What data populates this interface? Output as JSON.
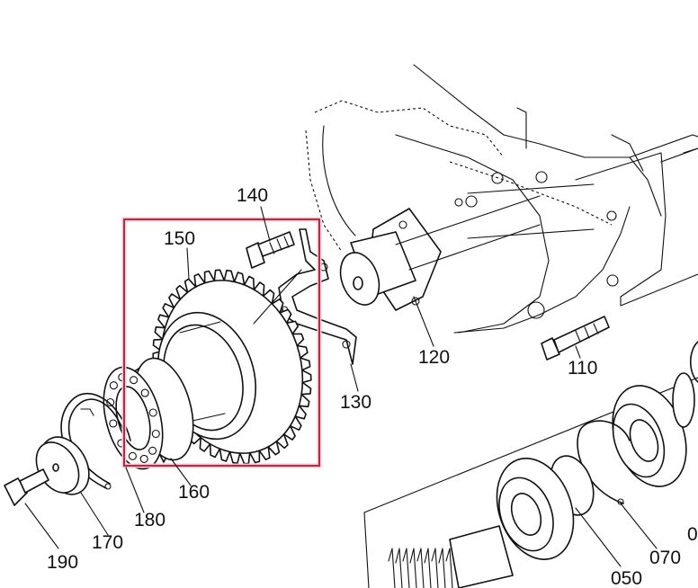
{
  "callouts": {
    "p050": "050",
    "p070": "070",
    "p110": "110",
    "p120": "120",
    "p130": "130",
    "p140": "140",
    "p150": "150",
    "p160": "160",
    "p170": "170",
    "p180": "180",
    "p190": "190",
    "p0_partial": "0"
  },
  "highlight_color": "#c0292e",
  "highlight_glow": "#f3c9e6"
}
